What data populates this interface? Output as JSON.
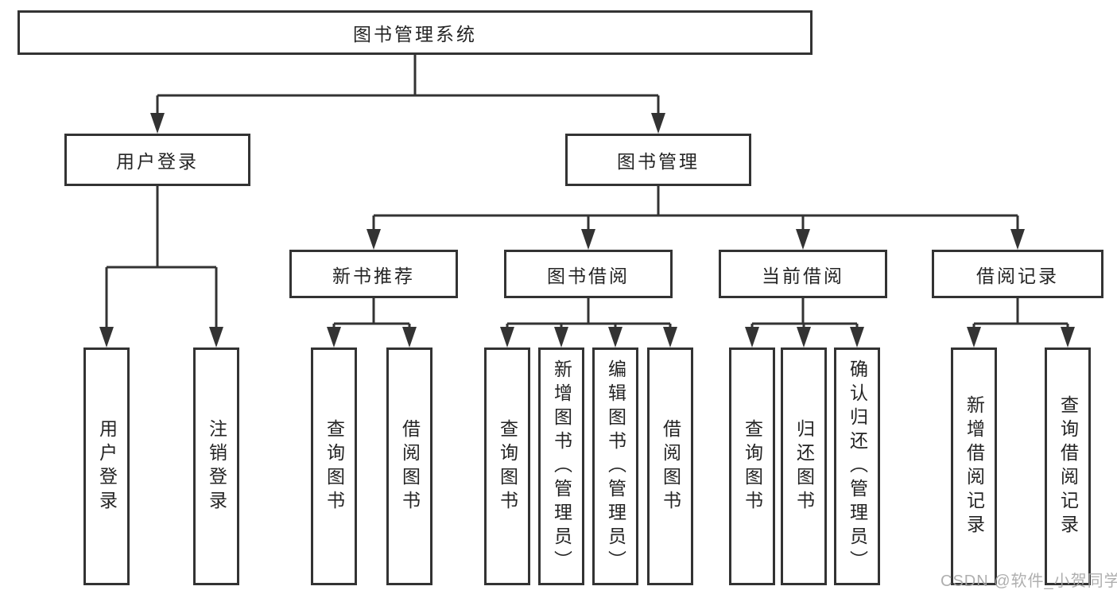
{
  "tree": {
    "root": "图书管理系统",
    "branches": [
      {
        "label": "用户登录",
        "children": [
          "用户登录",
          "注销登录"
        ]
      },
      {
        "label": "图书管理",
        "groups": [
          {
            "label": "新书推荐",
            "children": [
              "查询图书",
              "借阅图书"
            ]
          },
          {
            "label": "图书借阅",
            "children": [
              "查询图书",
              "新增图书（管理员）",
              "编辑图书（管理员）",
              "借阅图书"
            ]
          },
          {
            "label": "当前借阅",
            "children": [
              "查询图书",
              "归还图书",
              "确认归还（管理员）"
            ]
          },
          {
            "label": "借阅记录",
            "children": [
              "新增借阅记录",
              "查询借阅记录"
            ]
          }
        ]
      }
    ]
  },
  "watermark": {
    "text": "CSDN @软件_小贺同学"
  },
  "colors": {
    "line": "#333333",
    "box_border": "#333333",
    "text": "#242424",
    "watermark": "#a8a8a8",
    "background": "#ffffff"
  }
}
